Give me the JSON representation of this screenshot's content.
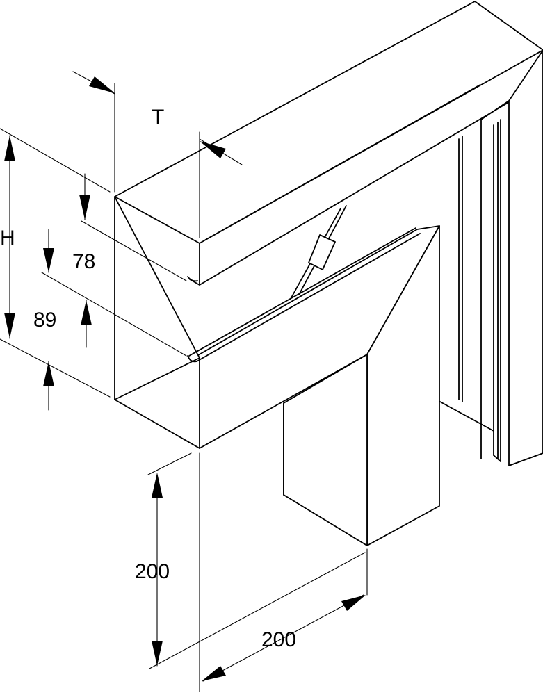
{
  "labels": {
    "t": "T",
    "h": "H",
    "d78": "78",
    "d89": "89",
    "vertical_200": "200",
    "horizontal_200": "200"
  }
}
